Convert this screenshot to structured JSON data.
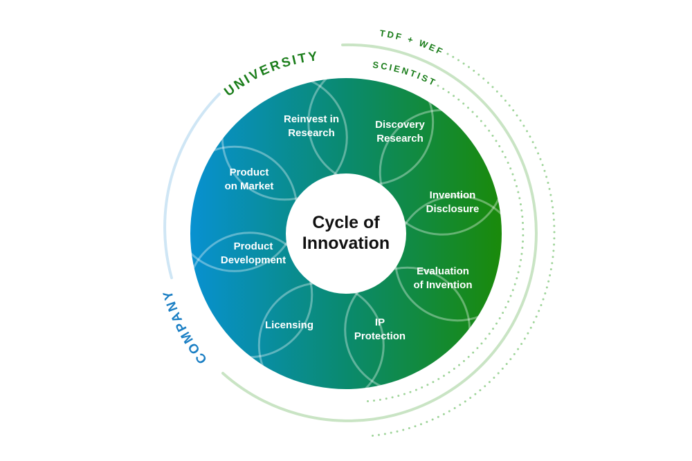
{
  "title": "Cycle of Innovation",
  "center": {
    "line1": "Cycle of",
    "line2": "Innovation"
  },
  "segments": [
    {
      "id": "discovery-research",
      "lines": [
        "Discovery",
        "Research"
      ]
    },
    {
      "id": "invention-disclosure",
      "lines": [
        "Invention",
        "Disclosure"
      ]
    },
    {
      "id": "evaluation-of-invention",
      "lines": [
        "Evaluation",
        "of Invention"
      ]
    },
    {
      "id": "ip-protection",
      "lines": [
        "IP",
        "Protection"
      ]
    },
    {
      "id": "licensing",
      "lines": [
        "Licensing"
      ]
    },
    {
      "id": "product-development",
      "lines": [
        "Product",
        "Development"
      ]
    },
    {
      "id": "product-on-market",
      "lines": [
        "Product",
        "on Market"
      ]
    },
    {
      "id": "reinvest-in-research",
      "lines": [
        "Reinvest in",
        "Research"
      ]
    }
  ],
  "rings": {
    "university": "UNIVERSITY",
    "company": "COMPANY",
    "tdf_wef": "TDF + WEF",
    "scientist": "SCIENTIST"
  },
  "colors": {
    "gradient_start": "#0891d1",
    "gradient_mid": "#0a8a6e",
    "gradient_end": "#1a8a0a",
    "university_text": "#1a7d1a",
    "company_text": "#1b7fc4",
    "ring_green": "#c9e4c4",
    "ring_blue": "#cfe6f5",
    "dots": "#9fd49a",
    "divider": "rgba(255,255,255,0.35)",
    "center_text": "#111111"
  }
}
